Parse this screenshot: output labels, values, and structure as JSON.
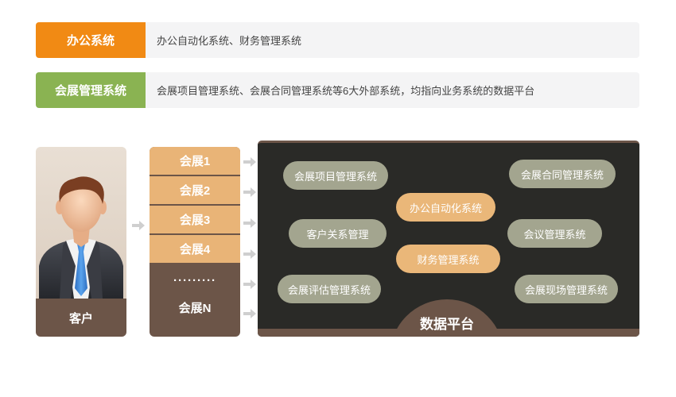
{
  "rows": [
    {
      "tag": "办公系统",
      "desc": "办公自动化系统、财务管理系统",
      "color": "#f18a14"
    },
    {
      "tag": "会展管理系统",
      "desc": "会展项目管理系统、会展合同管理系统等6大外部系统，均指向业务系统的数据平台",
      "color": "#8ab352"
    }
  ],
  "customer": {
    "label": "客户",
    "icon": "businessman-avatar-icon"
  },
  "exhibitions": [
    "会展1",
    "会展2",
    "会展3",
    "会展4",
    "·········",
    "会展N"
  ],
  "platform": {
    "label": "数据平台",
    "systems": {
      "project": "会展项目管理系统",
      "contract": "会展合同管理系统",
      "oa": "办公自动化系统",
      "crm": "客户关系管理",
      "meeting": "会议管理系统",
      "finance": "财务管理系统",
      "evaluation": "会展评估管理系统",
      "onsite": "会展现场管理系统"
    }
  },
  "colors": {
    "orange": "#f18a14",
    "green": "#8ab352",
    "brown": "#6c5548",
    "tan": "#e9b477",
    "dark": "#2a2a27",
    "sage": "#a3a58f"
  }
}
